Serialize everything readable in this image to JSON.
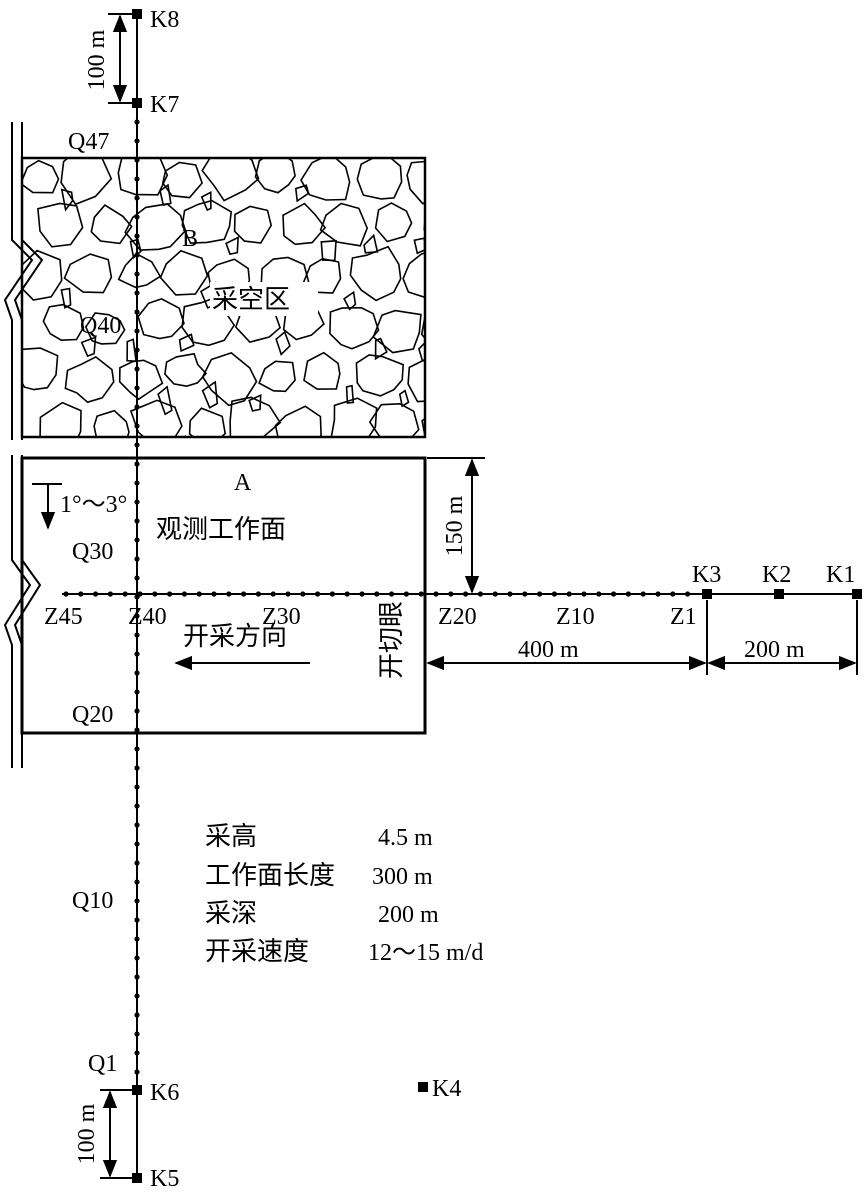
{
  "labels": {
    "K8": "K8",
    "K7": "K7",
    "K6": "K6",
    "K5": "K5",
    "K4": "K4",
    "K3": "K3",
    "K2": "K2",
    "K1": "K1",
    "Q47": "Q47",
    "Q40": "Q40",
    "Q30": "Q30",
    "Q20": "Q20",
    "Q10": "Q10",
    "Q1": "Q1",
    "Z45": "Z45",
    "Z40": "Z40",
    "Z30": "Z30",
    "Z20": "Z20",
    "Z10": "Z10",
    "Z1": "Z1",
    "A": "A",
    "B": "B"
  },
  "areas": {
    "goaf": "采空区",
    "working_face": "观测工作面",
    "cut_hole": "开切眼",
    "mining_direction": "开采方向",
    "dip": "1°～3°"
  },
  "dimensions": {
    "top_100": "100 m",
    "bottom_100": "100 m",
    "face_150": "150 m",
    "span_400": "400 m",
    "span_200": "200 m"
  },
  "parameters": [
    {
      "name": "采高",
      "value": "4.5 m"
    },
    {
      "name": "工作面长度",
      "value": "300 m"
    },
    {
      "name": "采深",
      "value": "200 m"
    },
    {
      "name": "开采速度",
      "value": "12～15 m/d"
    }
  ]
}
